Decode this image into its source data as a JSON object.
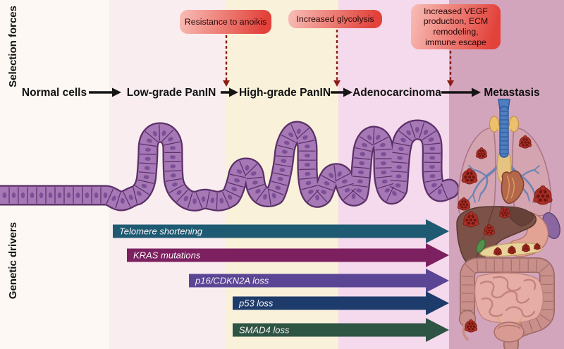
{
  "figure": {
    "axis_labels": {
      "selection": "Selection forces",
      "genetic": "Genetic drivers"
    },
    "stages": [
      {
        "label": "Normal cells",
        "band_color": "#fdf8f3"
      },
      {
        "label": "Low-grade PanIN",
        "band_color": "#f9edf0"
      },
      {
        "label": "High-grade PanIN",
        "band_color": "#faf1da"
      },
      {
        "label": "Adenocarcinoma",
        "band_color": "#f5d9ec"
      },
      {
        "label": "Metastasis",
        "band_color": "#d2a5bc"
      }
    ],
    "selection_forces": [
      {
        "lines": [
          "Resistance to anoikis"
        ]
      },
      {
        "lines": [
          "Increased glycolysis"
        ]
      },
      {
        "lines": [
          "Increased VEGF",
          "production, ECM",
          "remodeling,",
          "immune escape"
        ]
      }
    ],
    "genetic_drivers": [
      {
        "label": "Telomere shortening",
        "color": "#1e5a72"
      },
      {
        "label": "KRAS mutations",
        "color": "#7c2060"
      },
      {
        "label": "p16/CDKN2A loss",
        "color": "#5a4695"
      },
      {
        "label": "p53 loss",
        "color": "#1d3c6b"
      },
      {
        "label": "SMAD4 loss",
        "color": "#2e5444"
      }
    ],
    "colors": {
      "force_box_from": "#f8beb7",
      "force_box_to": "#e2423a",
      "dashed_arrow": "#8c1b15",
      "stage_arrow": "#151515",
      "epithelium_fill": "#a678b6",
      "epithelium_outline": "#5a3068",
      "epithelium_nucleus": "#7d4f96"
    }
  }
}
